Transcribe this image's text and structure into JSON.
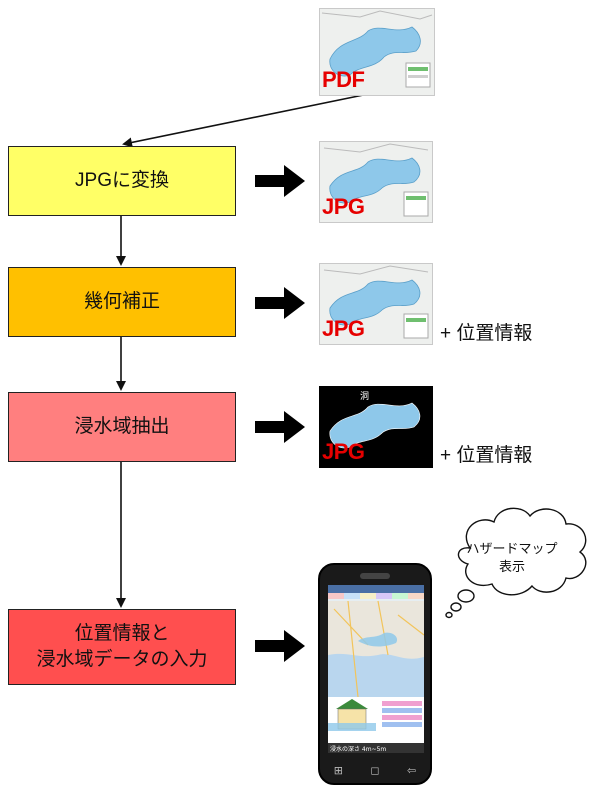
{
  "steps": {
    "convert": "JPGに変換",
    "geometry": "幾何補正",
    "extract": "浸水域抽出",
    "input": "位置情報と\n浸水域データの入力"
  },
  "thumbnails": {
    "pdf_label": "PDF",
    "jpg_label": "JPG",
    "extracted_top_text": "洞"
  },
  "plus_info": "+ 位置情報",
  "bubble": "ハザードマップ\n表示",
  "phone": {
    "header_text": "",
    "buttons": [
      "⊞",
      "◻",
      "⇦"
    ],
    "caption": "浸水の深さ 4m~5m"
  },
  "colors": {
    "step_convert": "#ffff66",
    "step_geometry": "#ffc000",
    "step_extract": "#ff7f7f",
    "step_input": "#ff4f4f",
    "flood_blue": "#8ec8ea",
    "label_red": "#e60000"
  }
}
